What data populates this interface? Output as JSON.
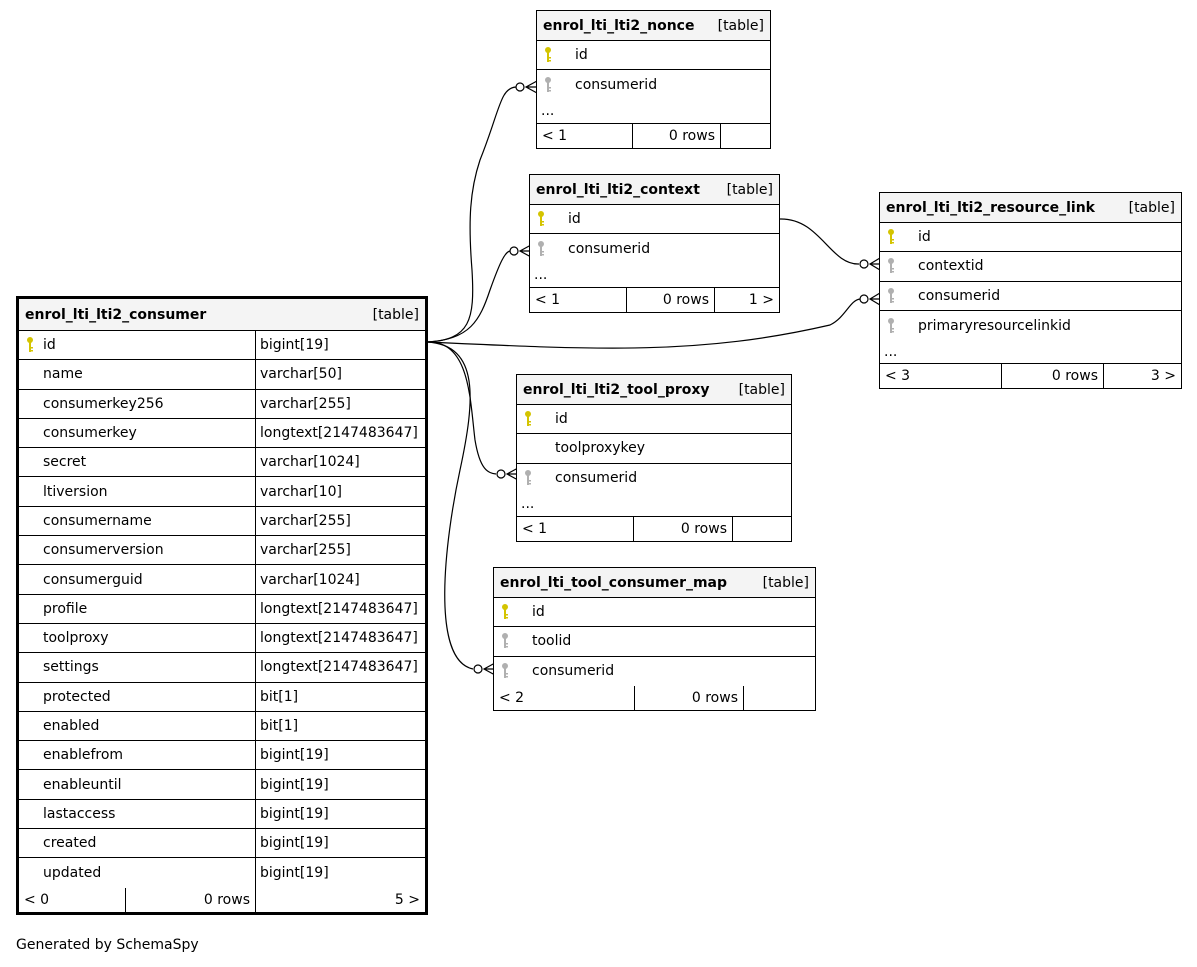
{
  "footer": {
    "generated_by": "Generated by SchemaSpy"
  },
  "colors": {
    "primary_key": "#d4c400",
    "foreign_key": "#b0b0b0",
    "header_bg": "#f4f4f4"
  },
  "tables": {
    "consumer": {
      "name": "enrol_lti_lti2_consumer",
      "kind": "[table]",
      "columns": [
        {
          "name": "id",
          "type": "bigint[19]",
          "key": "primary-key-icon"
        },
        {
          "name": "name",
          "type": "varchar[50]"
        },
        {
          "name": "consumerkey256",
          "type": "varchar[255]"
        },
        {
          "name": "consumerkey",
          "type": "longtext[2147483647]"
        },
        {
          "name": "secret",
          "type": "varchar[1024]"
        },
        {
          "name": "ltiversion",
          "type": "varchar[10]"
        },
        {
          "name": "consumername",
          "type": "varchar[255]"
        },
        {
          "name": "consumerversion",
          "type": "varchar[255]"
        },
        {
          "name": "consumerguid",
          "type": "varchar[1024]"
        },
        {
          "name": "profile",
          "type": "longtext[2147483647]"
        },
        {
          "name": "toolproxy",
          "type": "longtext[2147483647]"
        },
        {
          "name": "settings",
          "type": "longtext[2147483647]"
        },
        {
          "name": "protected",
          "type": "bit[1]"
        },
        {
          "name": "enabled",
          "type": "bit[1]"
        },
        {
          "name": "enablefrom",
          "type": "bigint[19]"
        },
        {
          "name": "enableuntil",
          "type": "bigint[19]"
        },
        {
          "name": "lastaccess",
          "type": "bigint[19]"
        },
        {
          "name": "created",
          "type": "bigint[19]"
        },
        {
          "name": "updated",
          "type": "bigint[19]"
        }
      ],
      "footer": {
        "parents": "< 0",
        "rows": "0 rows",
        "children": "5 >"
      }
    },
    "nonce": {
      "name": "enrol_lti_lti2_nonce",
      "kind": "[table]",
      "columns": [
        {
          "name": "id",
          "key": "primary-key-icon"
        },
        {
          "name": "consumerid",
          "key": "foreign-key-icon"
        }
      ],
      "ellipsis": "...",
      "footer": {
        "parents": "< 1",
        "rows": "0 rows",
        "children": ""
      }
    },
    "context": {
      "name": "enrol_lti_lti2_context",
      "kind": "[table]",
      "columns": [
        {
          "name": "id",
          "key": "primary-key-icon"
        },
        {
          "name": "consumerid",
          "key": "foreign-key-icon"
        }
      ],
      "ellipsis": "...",
      "footer": {
        "parents": "< 1",
        "rows": "0 rows",
        "children": "1 >"
      }
    },
    "resource_link": {
      "name": "enrol_lti_lti2_resource_link",
      "kind": "[table]",
      "columns": [
        {
          "name": "id",
          "key": "primary-key-icon"
        },
        {
          "name": "contextid",
          "key": "foreign-key-icon"
        },
        {
          "name": "consumerid",
          "key": "foreign-key-icon"
        },
        {
          "name": "primaryresourcelinkid",
          "key": "foreign-key-icon"
        }
      ],
      "ellipsis": "...",
      "footer": {
        "parents": "< 3",
        "rows": "0 rows",
        "children": "3 >"
      }
    },
    "tool_proxy": {
      "name": "enrol_lti_lti2_tool_proxy",
      "kind": "[table]",
      "columns": [
        {
          "name": "id",
          "key": "primary-key-icon"
        },
        {
          "name": "toolproxykey"
        },
        {
          "name": "consumerid",
          "key": "foreign-key-icon"
        }
      ],
      "ellipsis": "...",
      "footer": {
        "parents": "< 1",
        "rows": "0 rows",
        "children": ""
      }
    },
    "tool_consumer_map": {
      "name": "enrol_lti_tool_consumer_map",
      "kind": "[table]",
      "columns": [
        {
          "name": "id",
          "key": "primary-key-icon"
        },
        {
          "name": "toolid",
          "key": "foreign-key-icon"
        },
        {
          "name": "consumerid",
          "key": "foreign-key-icon"
        }
      ],
      "footer": {
        "parents": "< 2",
        "rows": "0 rows",
        "children": ""
      }
    }
  }
}
